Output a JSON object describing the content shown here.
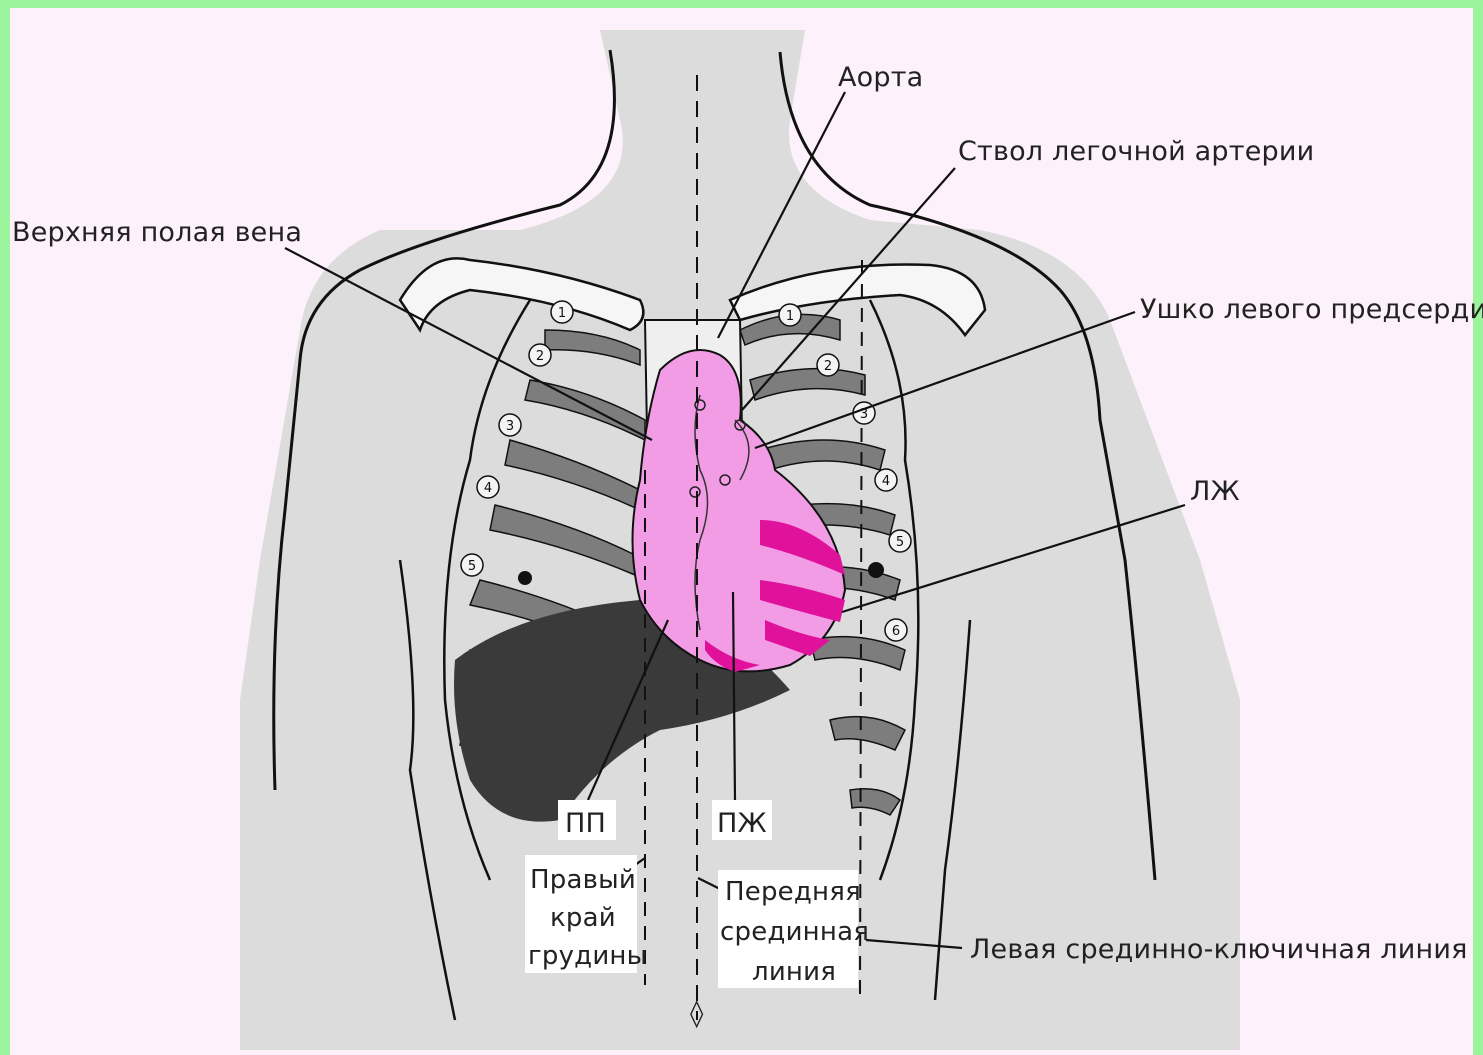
{
  "labels": {
    "aorta": "Аорта",
    "pulmonary_trunk": "Ствол легочной артерии",
    "superior_vena_cava": "Верхняя полая вена",
    "left_atrial_appendage": "Ушко левого предсердия",
    "left_ventricle": "ЛЖ",
    "right_atrium": "ПП",
    "right_ventricle": "ПЖ",
    "right_sternal_border": [
      "Правый",
      "край",
      "грудины"
    ],
    "anterior_midline": [
      "Передняя",
      "срединная",
      "линия"
    ],
    "left_midclavicular_line": "Левая срединно-ключичная линия"
  },
  "rib_numbers": {
    "right": [
      "1",
      "2",
      "3",
      "4",
      "5"
    ],
    "left": [
      "1",
      "2",
      "3",
      "4",
      "5",
      "6"
    ]
  },
  "colors": {
    "border": "#9cf59c",
    "background": "#fdf1fb",
    "torso": "#dcdcdc",
    "heart": "#f39ce6",
    "heart_dark": "#e0119a",
    "liver": "#3a3a3a",
    "rib": "#7d7d7d"
  }
}
